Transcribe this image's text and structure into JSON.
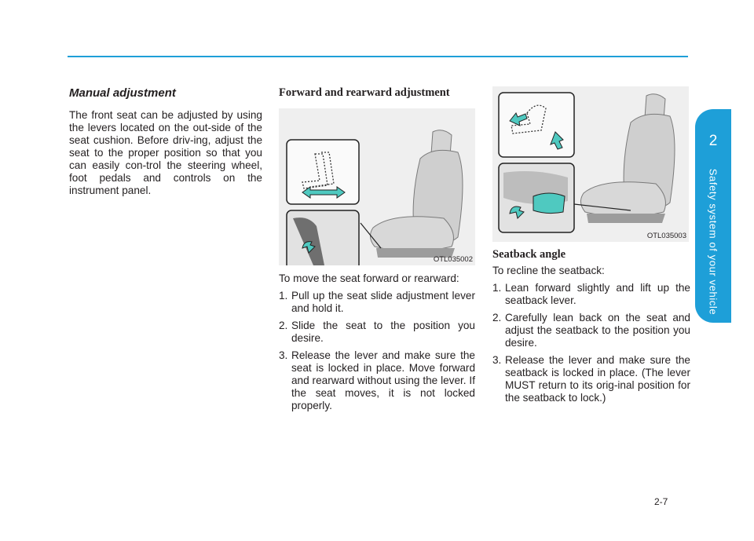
{
  "chapter": {
    "number": "2",
    "title": "Safety system of your vehicle"
  },
  "page_number": "2-7",
  "manual_adjustment": {
    "heading": "Manual adjustment",
    "body": "The front seat can be adjusted by using the levers located on the out-side of the seat cushion. Before driv-ing, adjust the seat to the proper position so that you can easily con-trol the steering wheel, foot pedals and controls on the instrument panel."
  },
  "forward_rearward": {
    "heading": "Forward and rearward adjustment",
    "figure_code": "OTL035002",
    "intro": "To move the seat forward or rearward:",
    "steps": [
      {
        "num": "1.",
        "text": "Pull up the seat slide adjustment lever and hold it."
      },
      {
        "num": "2.",
        "text": "Slide the seat to the position you desire."
      },
      {
        "num": "3.",
        "text": "Release the lever and make sure the seat is locked in place. Move forward and rearward without using the lever. If the seat moves, it is not locked properly."
      }
    ]
  },
  "seatback_angle": {
    "figure_code": "OTL035003",
    "heading": "Seatback angle",
    "intro": "To recline the seatback:",
    "steps": [
      {
        "num": "1.",
        "text": "Lean forward slightly and lift up the seatback lever."
      },
      {
        "num": "2.",
        "text": "Carefully lean back on the seat and adjust the seatback to the position you desire."
      },
      {
        "num": "3.",
        "text": "Release the lever and make sure the seatback is locked in place. (The lever MUST return to its orig-inal position for the seatback to lock.)"
      }
    ]
  },
  "colors": {
    "accent_blue": "#1e9fd8",
    "arrow_teal": "#4fc9c0"
  }
}
